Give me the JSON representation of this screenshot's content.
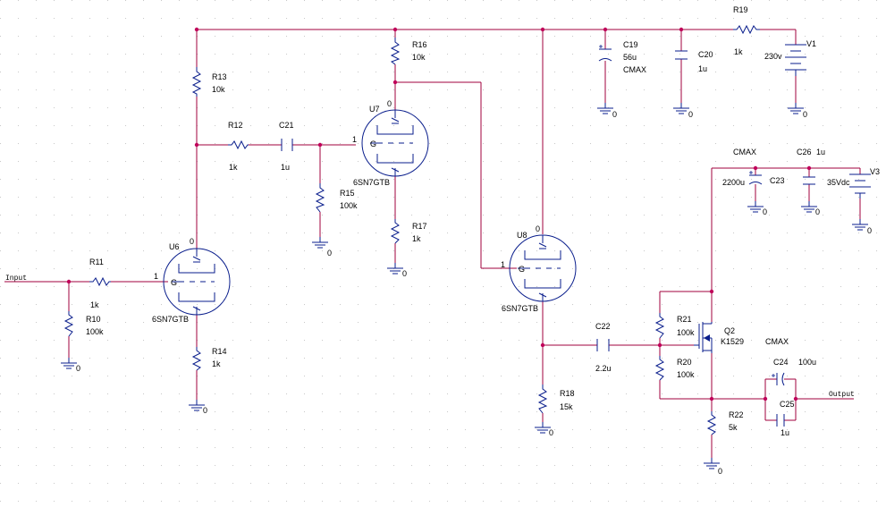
{
  "components": {
    "R11": {
      "ref": "R11",
      "value": "1k"
    },
    "R10": {
      "ref": "R10",
      "value": "100k"
    },
    "R13": {
      "ref": "R13",
      "value": "10k"
    },
    "R12": {
      "ref": "R12",
      "value": "1k"
    },
    "C21": {
      "ref": "C21",
      "value": "1u"
    },
    "R15": {
      "ref": "R15",
      "value": "100k"
    },
    "R14": {
      "ref": "R14",
      "value": "1k"
    },
    "R16": {
      "ref": "R16",
      "value": "10k"
    },
    "R17": {
      "ref": "R17",
      "value": "1k"
    },
    "R18": {
      "ref": "R18",
      "value": "15k"
    },
    "C22": {
      "ref": "C22",
      "value": "2.2u"
    },
    "R21": {
      "ref": "R21",
      "value": "100k"
    },
    "R20": {
      "ref": "R20",
      "value": "100k"
    },
    "R22": {
      "ref": "R22",
      "value": "5k"
    },
    "Q2": {
      "ref": "Q2",
      "value": "K1529"
    },
    "C24": {
      "ref": "C24",
      "value": "100u"
    },
    "C25": {
      "ref": "C25",
      "value": "1u"
    },
    "C19": {
      "ref": "C19",
      "value": "56u",
      "extra": "CMAX"
    },
    "C20": {
      "ref": "C20",
      "value": "1u"
    },
    "R19": {
      "ref": "R19",
      "value": "1k"
    },
    "V1": {
      "ref": "V1",
      "value": "230v"
    },
    "C23": {
      "ref": "C23",
      "value": "2200u"
    },
    "C26": {
      "ref": "C26",
      "value": "1u"
    },
    "V3": {
      "ref": "V3",
      "value": "35Vdc"
    }
  },
  "tubes": {
    "U6": {
      "ref": "U6",
      "part": "6SN7GTB",
      "grid": "G",
      "pin": "1"
    },
    "U7": {
      "ref": "U7",
      "part": "6SN7GTB",
      "grid": "G",
      "pin": "1",
      "top": "0"
    },
    "U8": {
      "ref": "U8",
      "part": "6SN7GTB",
      "grid": "G",
      "pin": "1",
      "top": "0"
    }
  },
  "labels": {
    "input": "Input",
    "output": "Output",
    "cmax_top": "CMAX",
    "cmax_out": "CMAX",
    "ground": "0",
    "pin_zero": "0"
  }
}
